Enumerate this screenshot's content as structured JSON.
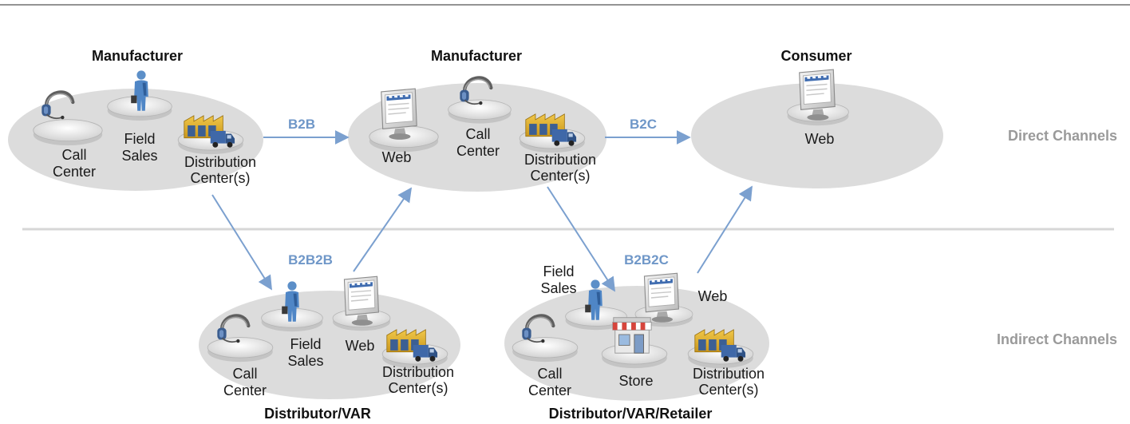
{
  "nodes": {
    "manufacturer_left": {
      "title": "Manufacturer",
      "call_center": [
        "Call",
        "Center"
      ],
      "field_sales": [
        "Field",
        "Sales"
      ],
      "distribution": [
        "Distribution",
        "Center(s)"
      ]
    },
    "manufacturer_center": {
      "title": "Manufacturer",
      "web": "Web",
      "call_center": [
        "Call",
        "Center"
      ],
      "distribution": [
        "Distribution",
        "Center(s)"
      ]
    },
    "consumer": {
      "title": "Consumer",
      "web": "Web"
    },
    "distributor_var": {
      "title": "Distributor/VAR",
      "call_center": [
        "Call",
        "Center"
      ],
      "field_sales": [
        "Field",
        "Sales"
      ],
      "web": "Web",
      "distribution": [
        "Distribution",
        "Center(s)"
      ]
    },
    "distributor_var_retailer": {
      "title": "Distributor/VAR/Retailer",
      "field_sales": [
        "Field",
        "Sales"
      ],
      "web": "Web",
      "call_center": [
        "Call",
        "Center"
      ],
      "store": "Store",
      "distribution": [
        "Distribution",
        "Center(s)"
      ]
    }
  },
  "arrows": {
    "b2b": "B2B",
    "b2c": "B2C",
    "b2b2b": "B2B2B",
    "b2b2c": "B2B2C"
  },
  "channels": {
    "direct": "Direct Channels",
    "indirect": "Indirect Channels"
  },
  "colors": {
    "arrow": "#7ba0cf",
    "ellipse": "#dcdcdc",
    "channel_text": "#9a9a9a"
  }
}
